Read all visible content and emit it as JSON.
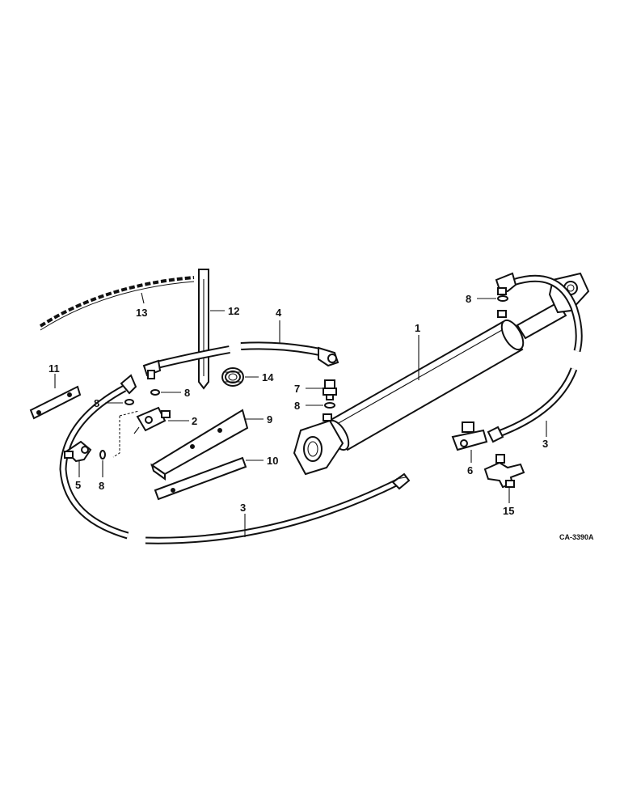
{
  "figure_code": "CA-3390A",
  "callouts": {
    "c1": "1",
    "c2": "2",
    "c3a": "3",
    "c3b": "3",
    "c4": "4",
    "c5": "5",
    "c6": "6",
    "c7": "7",
    "c8a": "8",
    "c8b": "8",
    "c8c": "8",
    "c8d": "8",
    "c8e": "8",
    "c9": "9",
    "c10": "10",
    "c11": "11",
    "c12": "12",
    "c13": "13",
    "c14": "14",
    "c15": "15"
  }
}
